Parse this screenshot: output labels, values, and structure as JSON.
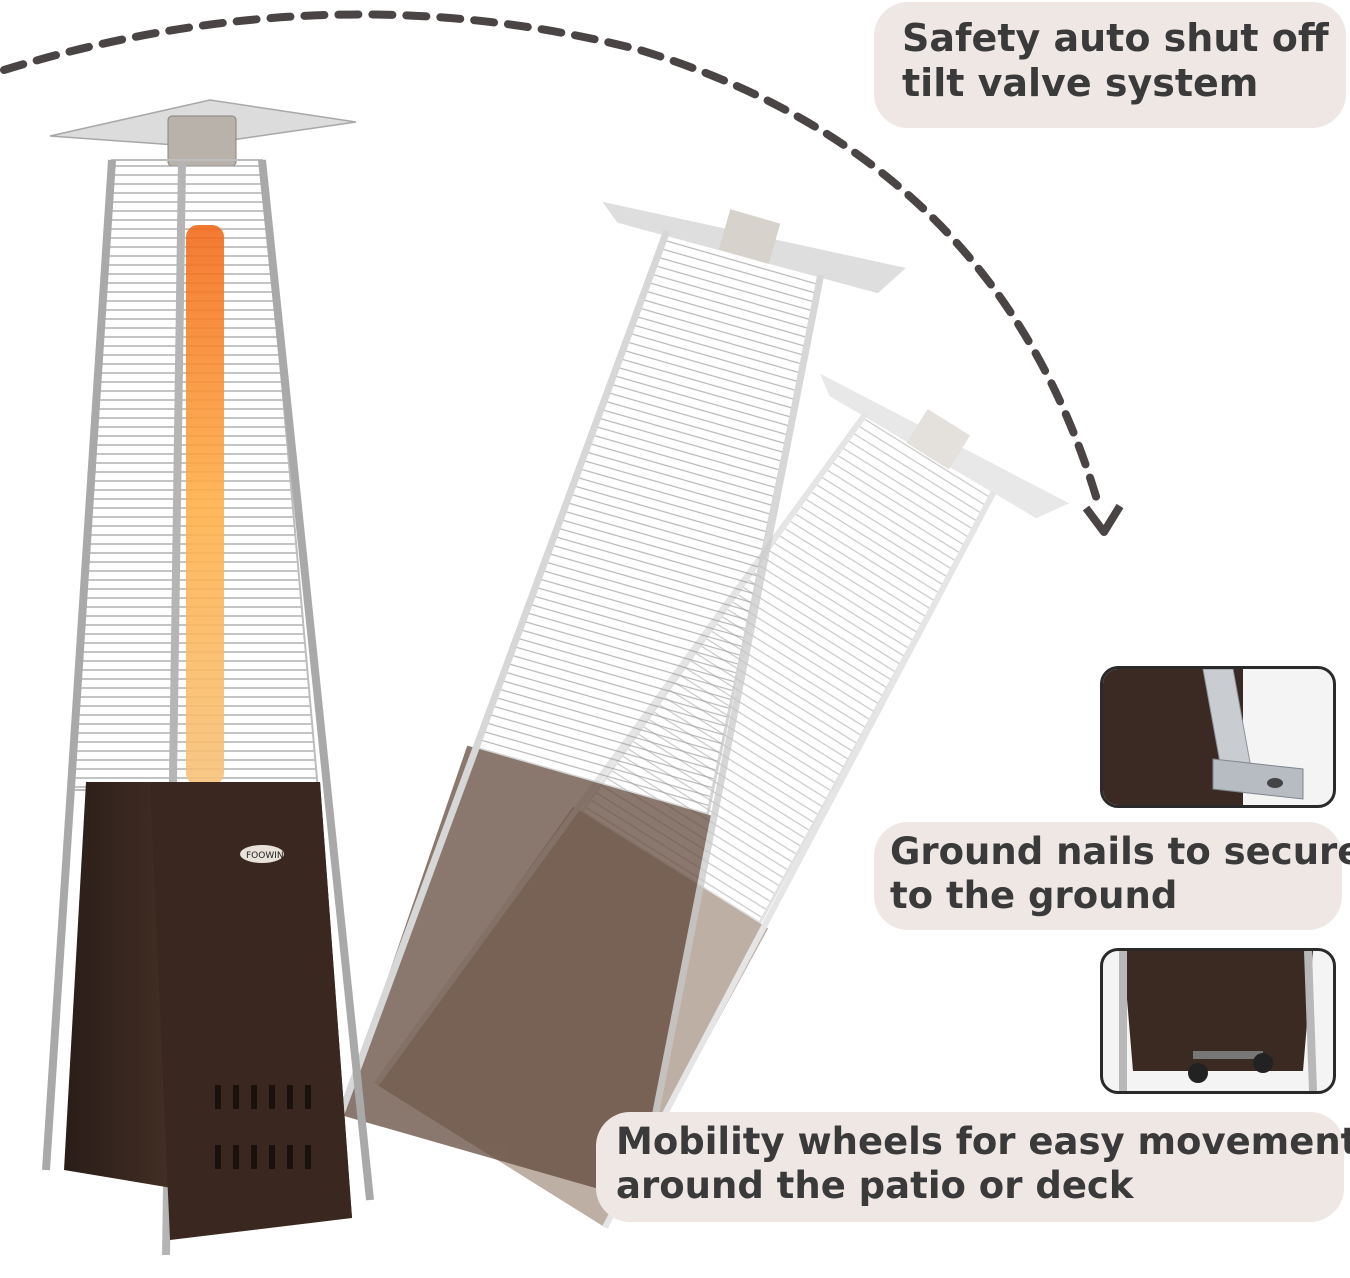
{
  "callouts": {
    "tilt": {
      "lines": [
        "Safety auto shut off",
        "tilt valve system"
      ]
    },
    "ground_nails": {
      "lines": [
        "Ground nails to secure",
        "to the ground"
      ]
    },
    "wheels": {
      "lines": [
        "Mobility wheels for easy movement",
        "around the patio or deck"
      ]
    }
  },
  "product": {
    "brand_logo": "FOOWIN"
  },
  "colors": {
    "callout_bg": "#efe7e4",
    "text": "#3a3a3a",
    "arrow": "#4a4444",
    "heater_body": "#3b2a22",
    "steel": "#b8b8b8",
    "flame": "#f08a2a"
  },
  "icons": [
    "tilt-arrow-icon",
    "ground-nail-thumbnail",
    "wheel-thumbnail"
  ]
}
